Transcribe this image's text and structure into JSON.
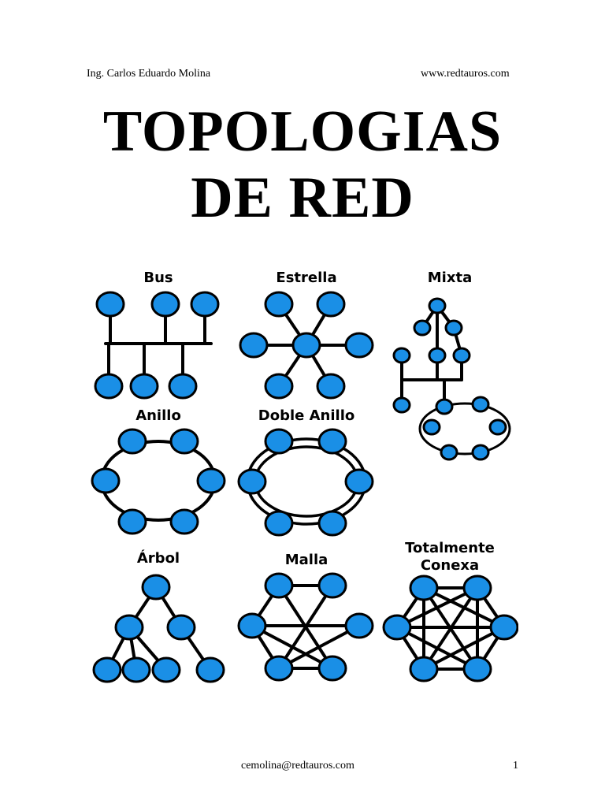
{
  "header": {
    "author": "Ing. Carlos Eduardo Molina",
    "website": "www.redtauros.com"
  },
  "title": {
    "line1": "TOPOLOGIAS",
    "line2": "DE RED"
  },
  "topologies": {
    "bus": "Bus",
    "estrella": "Estrella",
    "mixta": "Mixta",
    "anillo": "Anillo",
    "doble_anillo": "Doble Anillo",
    "arbol": "Árbol",
    "malla": "Malla",
    "totalmente_line1": "Totalmente",
    "totalmente_line2": "Conexa"
  },
  "colors": {
    "node": "#1a8fe6",
    "stroke": "#000000"
  },
  "footer": {
    "email": "cemolina@redtauros.com",
    "page": "1"
  }
}
